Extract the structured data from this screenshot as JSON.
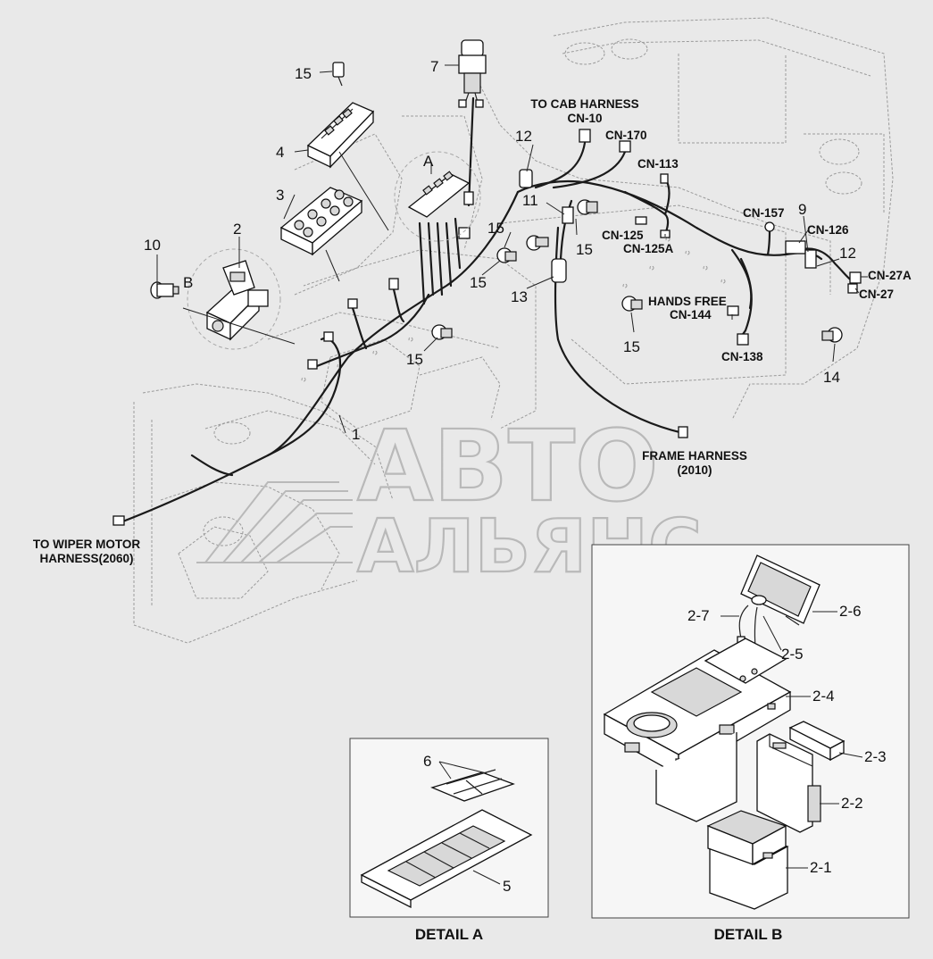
{
  "callouts": {
    "c1": "1",
    "c2": "2",
    "c3": "3",
    "c4": "4",
    "c5": "5",
    "c6": "6",
    "c7": "7",
    "c9": "9",
    "c10": "10",
    "c11": "11",
    "c12a": "12",
    "c12b": "12",
    "c13": "13",
    "c14": "14",
    "c15a": "15",
    "c15b": "15",
    "c15c": "15",
    "c15d": "15",
    "c15e": "15",
    "cA": "A",
    "cB": "B",
    "c2_1": "2-1",
    "c2_2": "2-2",
    "c2_3": "2-3",
    "c2_4": "2-4",
    "c2_5": "2-5",
    "c2_6": "2-6",
    "c2_7": "2-7"
  },
  "connectors": {
    "to_cab_line1": "TO CAB HARNESS",
    "to_cab_line2": "CN-10",
    "cn170": "CN-170",
    "cn113": "CN-113",
    "cn157": "CN-157",
    "cn126": "CN-126",
    "cn125": "CN-125",
    "cn125a": "CN-125A",
    "cn27a": "CN-27A",
    "cn27": "CN-27",
    "hands_free_line1": "HANDS FREE",
    "hands_free_line2": "CN-144",
    "cn138": "CN-138",
    "frame_line1": "FRAME HARNESS",
    "frame_line2": "(2010)",
    "wiper_line1": "TO WIPER MOTOR",
    "wiper_line2": "HARNESS(2060)"
  },
  "details": {
    "detail_a": "DETAIL  A",
    "detail_b": "DETAIL B"
  },
  "watermark": {
    "line1": "АВТО",
    "line2": "АЛЬЯНС"
  }
}
